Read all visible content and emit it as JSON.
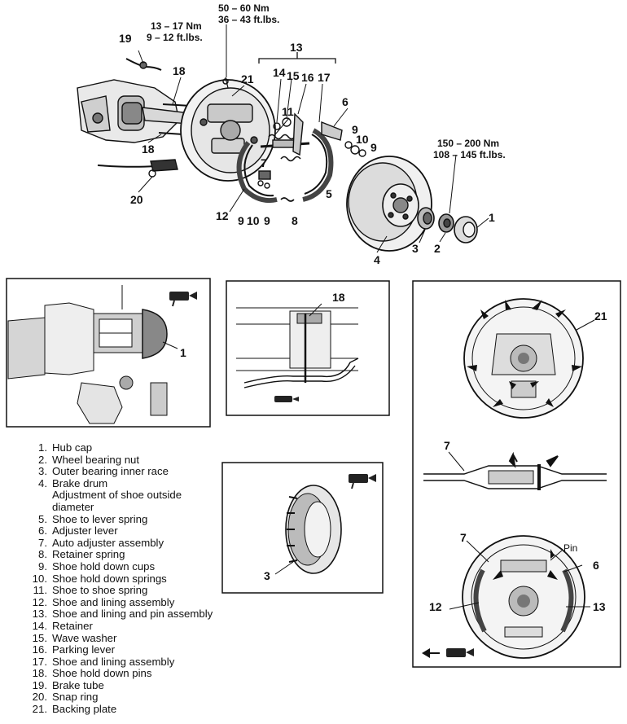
{
  "torque": {
    "brake_tube": {
      "nm": "13 – 17 Nm",
      "ftlbs": "9 – 12 ft.lbs."
    },
    "backing_plate": {
      "nm": "50 – 60 Nm",
      "ftlbs": "36 – 43 ft.lbs."
    },
    "wheel_bearing_nut": {
      "nm": "150 – 200 Nm",
      "ftlbs": "108 – 145 ft.lbs."
    }
  },
  "callouts": {
    "c1": "1",
    "c2": "2",
    "c3": "3",
    "c4": "4",
    "c5": "5",
    "c6": "6",
    "c7": "7",
    "c8": "8",
    "c9": "9",
    "c10": "10",
    "c11": "11",
    "c12": "12",
    "c13": "13",
    "c14": "14",
    "c15": "15",
    "c16": "16",
    "c17": "17",
    "c18": "18",
    "c19": "19",
    "c20": "20",
    "c21": "21",
    "pin": "Pin"
  },
  "legend": [
    {
      "num": "1.",
      "text": "Hub cap"
    },
    {
      "num": "2.",
      "text": "Wheel bearing nut"
    },
    {
      "num": "3.",
      "text": "Outer bearing inner race"
    },
    {
      "num": "4.",
      "text": "Brake drum"
    },
    {
      "num": "",
      "text": "Adjustment of shoe outside"
    },
    {
      "num": "",
      "text": "diameter"
    },
    {
      "num": "5.",
      "text": "Shoe to lever spring"
    },
    {
      "num": "6.",
      "text": "Adjuster lever"
    },
    {
      "num": "7.",
      "text": "Auto adjuster assembly"
    },
    {
      "num": "8.",
      "text": "Retainer spring"
    },
    {
      "num": "9.",
      "text": "Shoe hold down cups"
    },
    {
      "num": "10.",
      "text": "Shoe hold down springs"
    },
    {
      "num": "11.",
      "text": "Shoe to shoe spring"
    },
    {
      "num": "12.",
      "text": "Shoe and lining assembly"
    },
    {
      "num": "13.",
      "text": "Shoe and lining and pin assembly"
    },
    {
      "num": "14.",
      "text": "Retainer"
    },
    {
      "num": "15.",
      "text": "Wave washer"
    },
    {
      "num": "16.",
      "text": "Parking lever"
    },
    {
      "num": "17.",
      "text": "Shoe and lining assembly"
    },
    {
      "num": "18.",
      "text": "Shoe hold down pins"
    },
    {
      "num": "19.",
      "text": "Brake tube"
    },
    {
      "num": "20.",
      "text": "Snap ring"
    },
    {
      "num": "21.",
      "text": "Backing plate"
    }
  ]
}
